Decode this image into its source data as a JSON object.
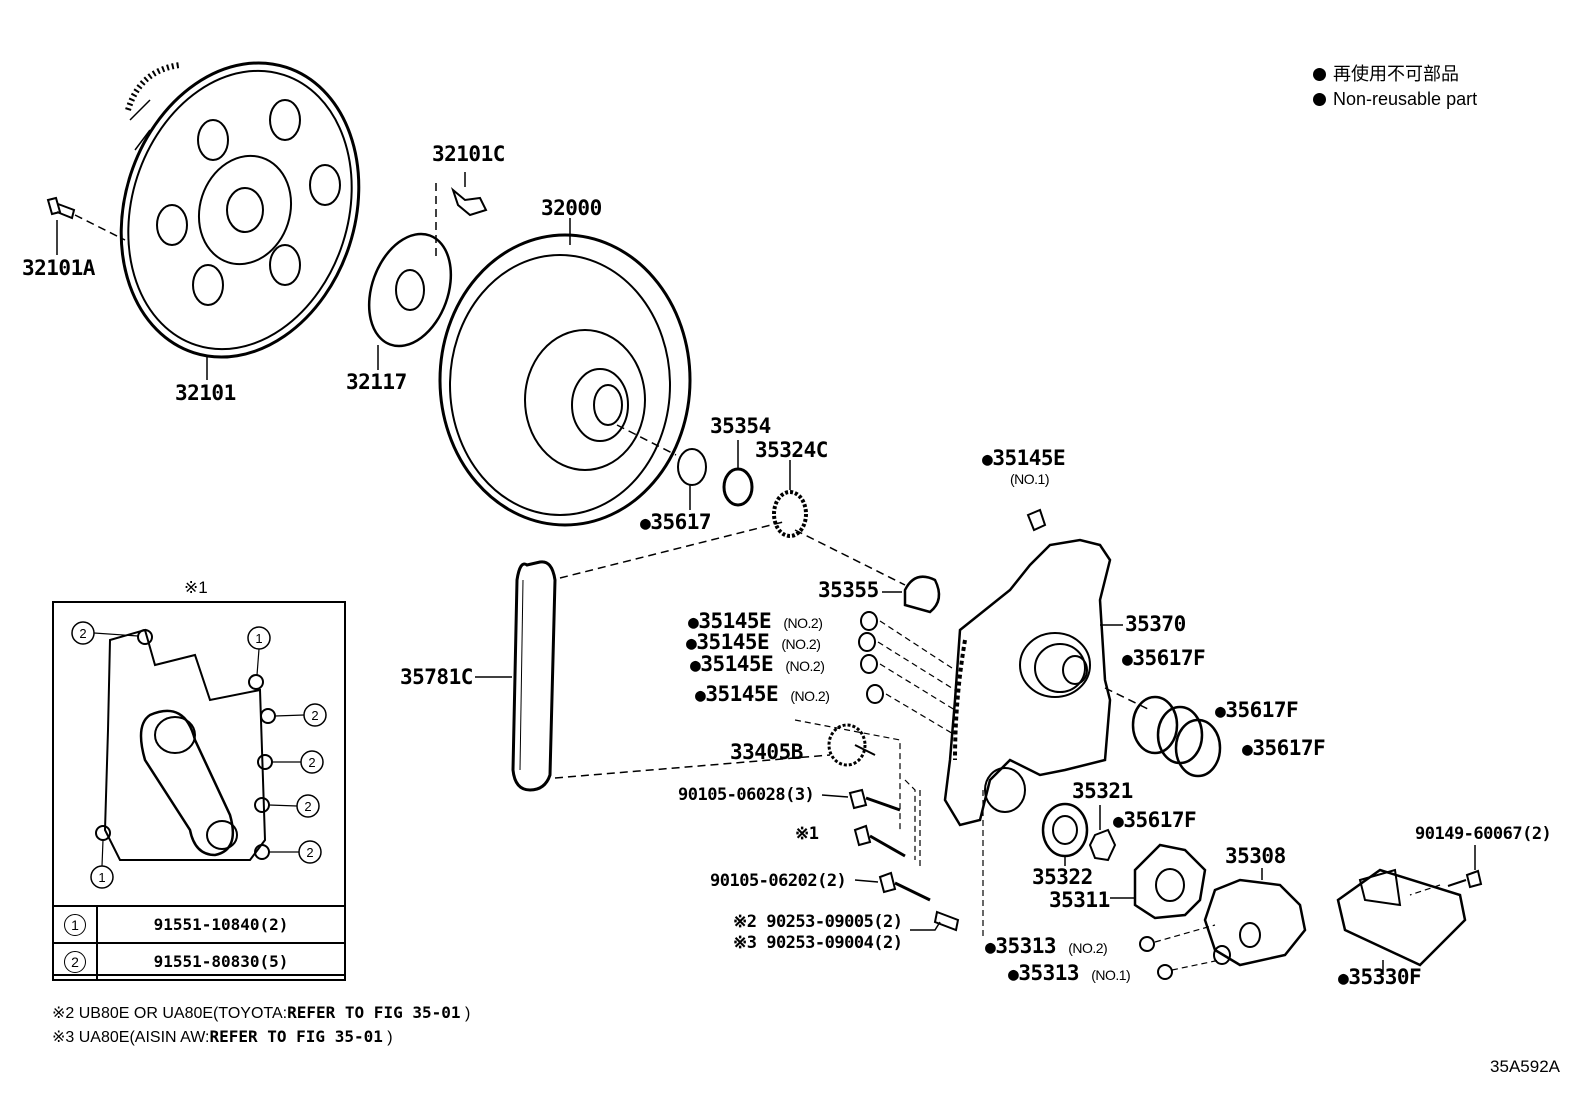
{
  "legend": {
    "jp": "再使用不可部品",
    "en": "Non-reusable part"
  },
  "inset": {
    "title": "※1",
    "rows": [
      {
        "num": "1",
        "part": "91551-10840(2)"
      },
      {
        "num": "2",
        "part": "91551-80830(5)"
      }
    ]
  },
  "notes": {
    "note2_prefix": "※2 UB80E OR UA80E(TOYOTA:",
    "note2_ref": "REFER TO FIG 35-01",
    "note2_suffix": " )",
    "note3_prefix": "※3 UA80E(AISIN AW:",
    "note3_ref": "REFER TO FIG 35-01",
    "note3_suffix": " )"
  },
  "figure_code": "35A592A",
  "labels": {
    "p32101A": "32101A",
    "p32101": "32101",
    "p32101C": "32101C",
    "p32117": "32117",
    "p32000": "32000",
    "p35354": "35354",
    "p35324C": "35324C",
    "p35617": "35617",
    "p35145E_no1": "35145E",
    "p35145E_no1_sub": "(NO.1)",
    "p35355": "35355",
    "p35370": "35370",
    "p35145E_a": "35145E",
    "p35145E_b": "35145E",
    "p35145E_c": "35145E",
    "p35145E_d": "35145E",
    "no2": "(NO.2)",
    "p35617F_a": "35617F",
    "p35617F_b": "35617F",
    "p35617F_c": "35617F",
    "p35617F_d": "35617F",
    "p35781C": "35781C",
    "p33405B": "33405B",
    "p90105_06028": "90105-06028(3)",
    "ref1": "※1",
    "p90105_06202": "90105-06202(2)",
    "p90253_09005": "※2 90253-09005(2)",
    "p90253_09004": "※3 90253-09004(2)",
    "p35321": "35321",
    "p35322": "35322",
    "p35311": "35311",
    "p35308": "35308",
    "p90149_60067": "90149-60067(2)",
    "p35313_no2": "35313",
    "p35313_no1": "35313",
    "no2b": "(NO.2)",
    "no1b": "(NO.1)",
    "p35330F": "35330F"
  }
}
